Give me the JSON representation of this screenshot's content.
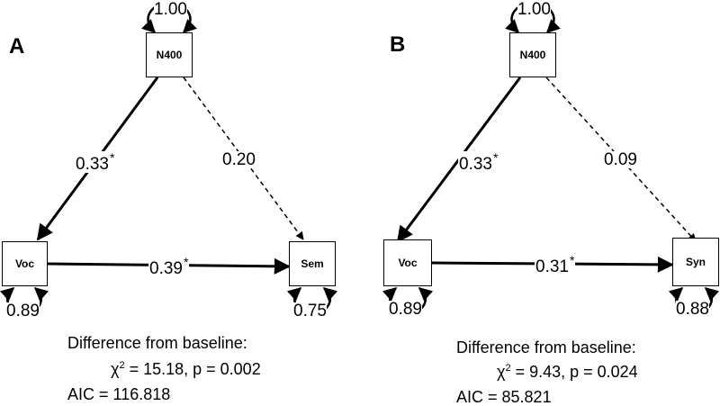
{
  "panels": [
    {
      "letter": "A",
      "nodes": {
        "top": "N400",
        "left": "Voc",
        "right": "Sem"
      },
      "paths": [
        {
          "from": "N400",
          "to": "Voc",
          "coef": "0.33",
          "sig": "*",
          "style": "solid"
        },
        {
          "from": "N400",
          "to": "Sem",
          "coef": "0.20",
          "sig": "",
          "style": "dashed"
        },
        {
          "from": "Voc",
          "to": "Sem",
          "coef": "0.39",
          "sig": "*",
          "style": "solid"
        }
      ],
      "variances": {
        "top": "1.00",
        "left": "0.89",
        "right": "0.75"
      },
      "stats": {
        "diff_label": "Difference from baseline:",
        "chi_symbol": "χ",
        "chi_sup": "2",
        "chi_rest": " = 15.18, p = 0.002",
        "aic": "AIC = 116.818"
      }
    },
    {
      "letter": "B",
      "nodes": {
        "top": "N400",
        "left": "Voc",
        "right": "Syn"
      },
      "paths": [
        {
          "from": "N400",
          "to": "Voc",
          "coef": "0.33",
          "sig": "*",
          "style": "solid"
        },
        {
          "from": "N400",
          "to": "Syn",
          "coef": "0.09",
          "sig": "",
          "style": "dashed"
        },
        {
          "from": "Voc",
          "to": "Syn",
          "coef": "0.31",
          "sig": "*",
          "style": "solid"
        }
      ],
      "variances": {
        "top": "1.00",
        "left": "0.89",
        "right": "0.88"
      },
      "stats": {
        "diff_label": "Difference from baseline:",
        "chi_symbol": "χ",
        "chi_sup": "2",
        "chi_rest": " = 9.43, p = 0.024",
        "aic": "AIC = 85.821"
      }
    }
  ]
}
